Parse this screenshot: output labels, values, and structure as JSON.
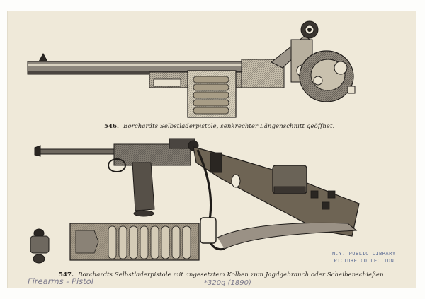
{
  "plate": {
    "fig546": {
      "number": "546.",
      "text": "Borchardts Selbstladerpistole, senkrechter Längenschnitt geöffnet."
    },
    "fig547": {
      "number": "547.",
      "text": "Borchardts Selbstladerpistole mit angesetztem Kolben zum Jagdgebrauch oder Scheibenschießen."
    },
    "stamp": {
      "line1": "N.Y. PUBLIC LIBRARY",
      "line2": "PICTURE COLLECTION"
    },
    "handwriting": {
      "category": "Firearms - Pistol",
      "ref": "*320g (1890)"
    }
  }
}
